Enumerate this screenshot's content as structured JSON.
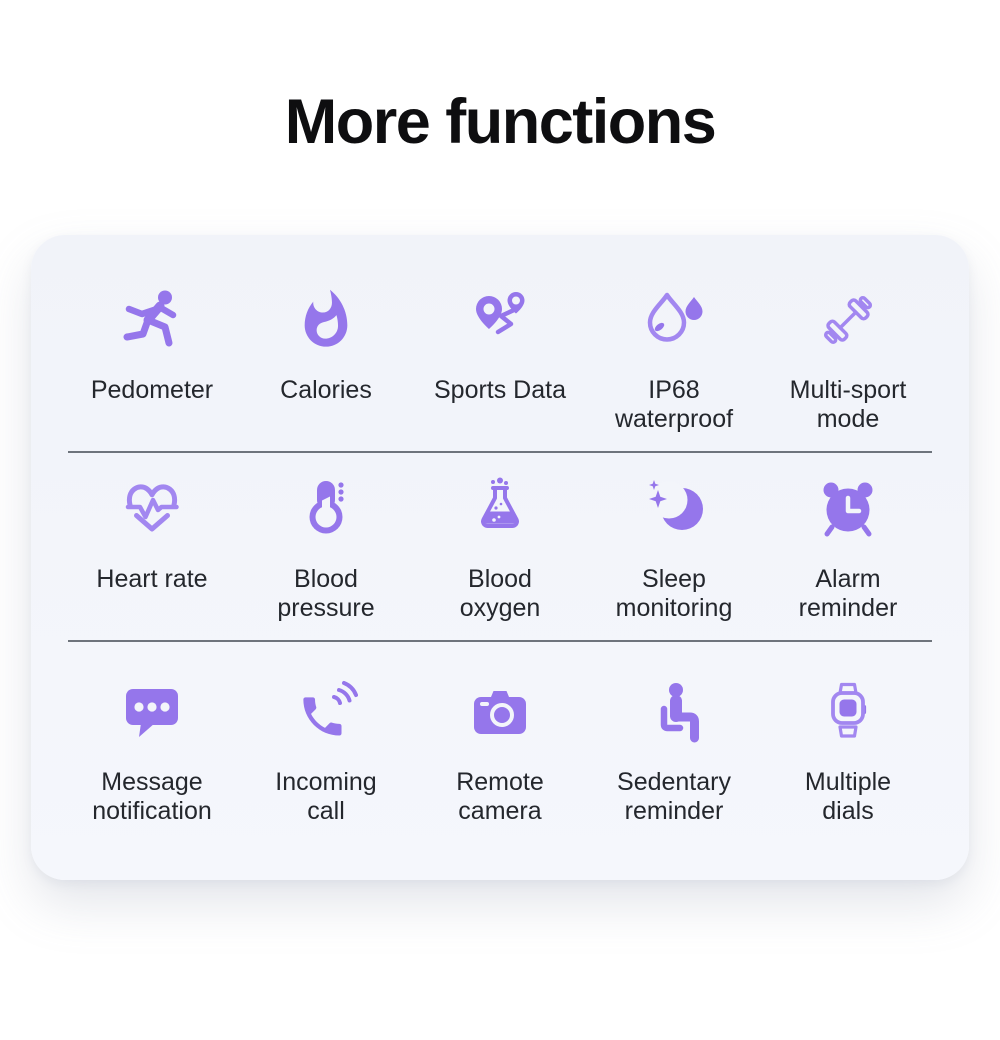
{
  "page": {
    "title": "More functions"
  },
  "colors": {
    "page_background": "#FFFFFF",
    "title_text": "#0E0E10",
    "label_text": "#24272D",
    "card_background": "#F3F5FA",
    "divider": "#6E747C",
    "icon_fill": "#9576EB",
    "icon_stroke": "#A287F0"
  },
  "features": [
    {
      "label": "Pedometer",
      "icon": "pedometer-icon"
    },
    {
      "label": "Calories",
      "icon": "calories-icon"
    },
    {
      "label": "Sports Data",
      "icon": "sports-data-icon"
    },
    {
      "label": "IP68\nwaterproof",
      "icon": "ip68-waterproof-icon"
    },
    {
      "label": "Multi-sport\nmode",
      "icon": "multi-sport-mode-icon"
    },
    {
      "label": "Heart rate",
      "icon": "heart-rate-icon"
    },
    {
      "label": "Blood\npressure",
      "icon": "blood-pressure-icon"
    },
    {
      "label": "Blood\noxygen",
      "icon": "blood-oxygen-icon"
    },
    {
      "label": "Sleep\nmonitoring",
      "icon": "sleep-monitoring-icon"
    },
    {
      "label": "Alarm\nreminder",
      "icon": "alarm-reminder-icon"
    },
    {
      "label": "Message\nnotification",
      "icon": "message-notification-icon"
    },
    {
      "label": "Incoming\ncall",
      "icon": "incoming-call-icon"
    },
    {
      "label": "Remote\ncamera",
      "icon": "remote-camera-icon"
    },
    {
      "label": "Sedentary\nreminder",
      "icon": "sedentary-reminder-icon"
    },
    {
      "label": "Multiple\ndials",
      "icon": "multiple-dials-icon"
    }
  ]
}
